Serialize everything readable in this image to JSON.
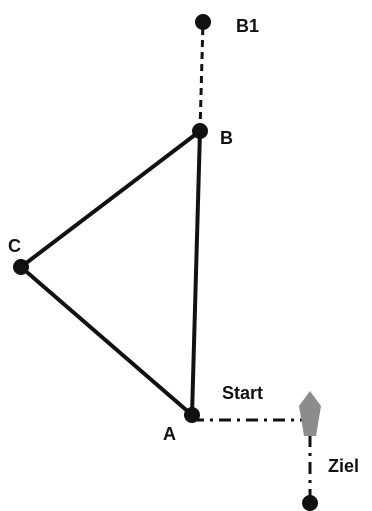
{
  "points": {
    "A": {
      "label": "A"
    },
    "B": {
      "label": "B"
    },
    "C": {
      "label": "C"
    },
    "B1": {
      "label": "B1"
    }
  },
  "path_labels": {
    "start": "Start",
    "ziel": "Ziel"
  },
  "colors": {
    "line": "#111111",
    "marker": "#8c8c8c"
  }
}
